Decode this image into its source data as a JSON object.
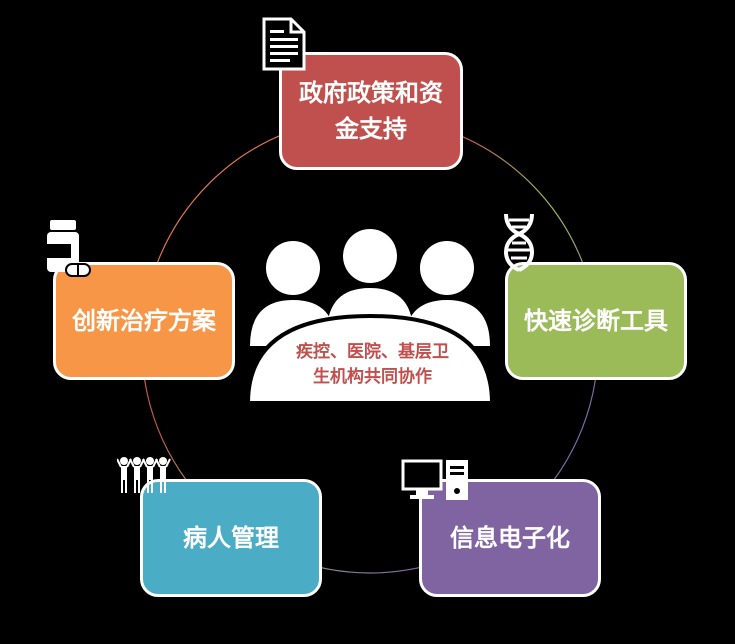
{
  "colors": {
    "background": "#000000",
    "policy": "#c0504d",
    "diagnostic": "#9bbb59",
    "ehr": "#8064a2",
    "patient": "#4bacc6",
    "treatment": "#f79646",
    "center_text": "#c0504d"
  },
  "center": {
    "line1": "疾控、医院、基层卫",
    "line2": "生机构共同协作",
    "icon": "meeting-people-icon"
  },
  "nodes": {
    "policy": {
      "line1": "政府政策和资",
      "line2": "金支持",
      "icon": "document-icon"
    },
    "diagnostic": {
      "label": "快速诊断工具",
      "icon": "dna-icon"
    },
    "ehr": {
      "label": "信息电子化",
      "icon": "computer-icon"
    },
    "patient": {
      "label": "病人管理",
      "icon": "people-group-icon"
    },
    "treatment": {
      "label": "创新治疗方案",
      "icon": "medicine-bottle-icon"
    }
  }
}
